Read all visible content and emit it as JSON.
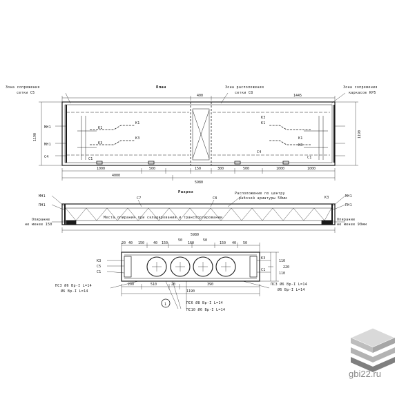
{
  "colors": {
    "ink": "#1a1a1a",
    "logo_top": "#d9d9d9",
    "logo_mid": "#b3b3b3",
    "logo_bot": "#7f7f7f",
    "brand": "#888888"
  },
  "logo": {
    "icon": "stacked-slabs-icon",
    "site": "gbi22.ru"
  },
  "plan": {
    "title": "План",
    "top_left": [
      "Зона сопряжения",
      "сетки С5"
    ],
    "top_center": [
      "Зона расположения",
      "сетки С8"
    ],
    "top_right": [
      "Зона сопряжения",
      "каркасов КР5"
    ],
    "left_marks": [
      "МН1",
      "МН1",
      "С4"
    ],
    "inner_left": [
      "К1",
      "К1",
      "К3",
      "К3",
      "С1"
    ],
    "inner_right": [
      "К3",
      "К1",
      "К1",
      "К3",
      "С4",
      "С1"
    ],
    "dims_top": [
      "400",
      "1445"
    ],
    "dims_bottom": [
      "1000",
      "500",
      "150",
      "300",
      "500",
      "1000",
      "1000"
    ],
    "dims_overall": [
      "4000",
      "5980"
    ],
    "dim_left": "1190",
    "dim_right": "1190"
  },
  "section": {
    "title": "Разрез",
    "right_note_1": "Расположение по центру",
    "right_note_2": "рабочей арматуры 50мм",
    "marks_left": [
      "МН1",
      "ПН1"
    ],
    "marks_right": [
      "МН1",
      "ПН1",
      "К3"
    ],
    "marks_top": [
      "С7",
      "С8"
    ],
    "center_note": "Места опирания при складировании и транспортировании",
    "support_left": [
      "Опирание",
      "не менее 150"
    ],
    "support_right": [
      "Опирание",
      "не менее 90мм"
    ],
    "dim": "5980"
  },
  "cross": {
    "top_dims": [
      "20",
      "40",
      "150",
      "40",
      "150",
      "50",
      "160",
      "50",
      "150",
      "40",
      "50"
    ],
    "marks_left": [
      "К3",
      "С5",
      "С1"
    ],
    "marks_right": [
      "К3",
      "С1"
    ],
    "bottom_dims": [
      "200",
      "510",
      "20",
      "390",
      "1190"
    ],
    "note_left_1": "ПС3 Ø6 Вр-І L=14",
    "note_left_2": "Ø6 Вр-І L=14",
    "note_right_1": "ПС3 Ø6 Вр-І L=14",
    "note_right_2": "Ø6 Вр-І L=14",
    "note_bottom_1": "ПС6 Ø8 Вр-І L=14",
    "note_bottom_2": "ПС10 Ø6 Вр-І L=14",
    "marker": "1",
    "side_dims": [
      "110",
      "110",
      "220"
    ]
  }
}
